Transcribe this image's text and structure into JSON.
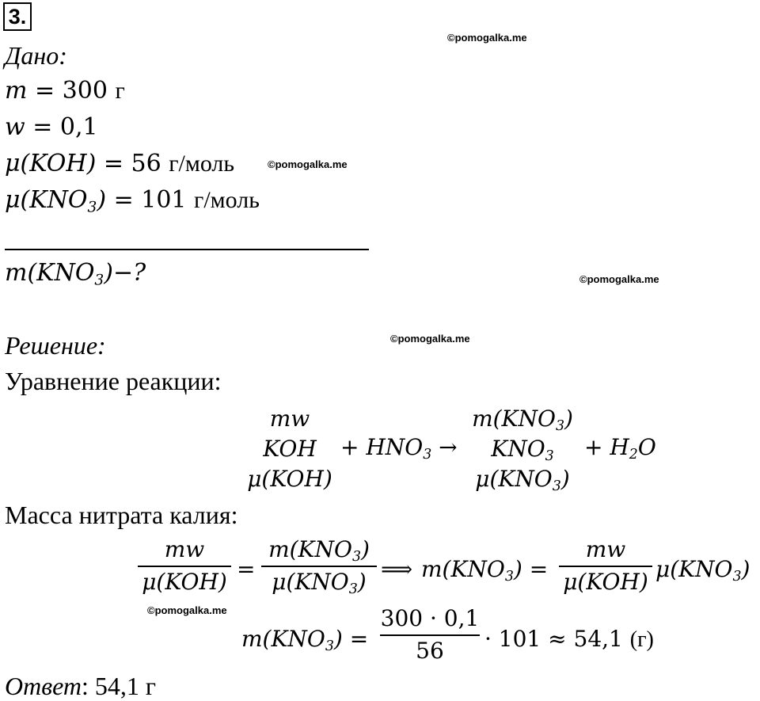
{
  "problem_number": "3.",
  "watermark": "©pomogalka.me",
  "given": {
    "label": "Дано:",
    "m_lhs": "m",
    "m_rhs": " = 300 ",
    "m_unit": "г",
    "w_lhs": "w",
    "w_rhs": " = 0,1",
    "mu_koh_sym": "μ(KOH)",
    "mu_koh_rhs": " = 56 ",
    "mu_koh_unit": "г/моль",
    "mu_kno3_sym": "μ(KNO",
    "mu_kno3_sub": "3",
    "mu_kno3_close": ")",
    "mu_kno3_rhs": " = 101 ",
    "mu_kno3_unit": "г/моль"
  },
  "find": {
    "sym": "m(KNO",
    "sub": "3",
    "rest": ")−?"
  },
  "solution": {
    "label": "Решение:",
    "reaction_caption": "Уравнение реакции:",
    "reaction": {
      "left_top": "mw",
      "left_mid": "KOH",
      "left_bot": "μ(KOH)",
      "plus1": "+ HNO",
      "plus1_sub": "3",
      "arrow": " →",
      "right_top": "m(KNO",
      "right_top_sub": "3",
      "right_top_close": ")",
      "right_mid": "KNO",
      "right_mid_sub": "3",
      "right_bot": "μ(KNO",
      "right_bot_sub": "3",
      "right_bot_close": ")",
      "plus2": "+ H",
      "plus2_sub": "2",
      "plus2_rest": "O"
    },
    "mass_caption": "Масса нитрата калия:",
    "eq1": {
      "f1_num": "mw",
      "f1_den": "μ(KOH)",
      "eq": "=",
      "f2_num": "m(KNO",
      "f2_num_sub": "3",
      "f2_num_close": ")",
      "f2_den": "μ(KNO",
      "f2_den_sub": "3",
      "f2_den_close": ")",
      "implies": "⟹",
      "lhs": "m(KNO",
      "lhs_sub": "3",
      "lhs_close": ") =",
      "f3_num": "mw",
      "f3_den": "μ(KOH)",
      "tail": "μ(KNO",
      "tail_sub": "3",
      "tail_close": ")"
    },
    "eq2": {
      "lhs": "m(KNO",
      "lhs_sub": "3",
      "lhs_close": ") =",
      "f_num": "300 · 0,1",
      "f_den": "56",
      "tail": "· 101 ≈ 54,1 ",
      "unit": "(г)"
    }
  },
  "answer": {
    "label": "Ответ",
    "colon": ":",
    "value": " 54,1 г"
  }
}
